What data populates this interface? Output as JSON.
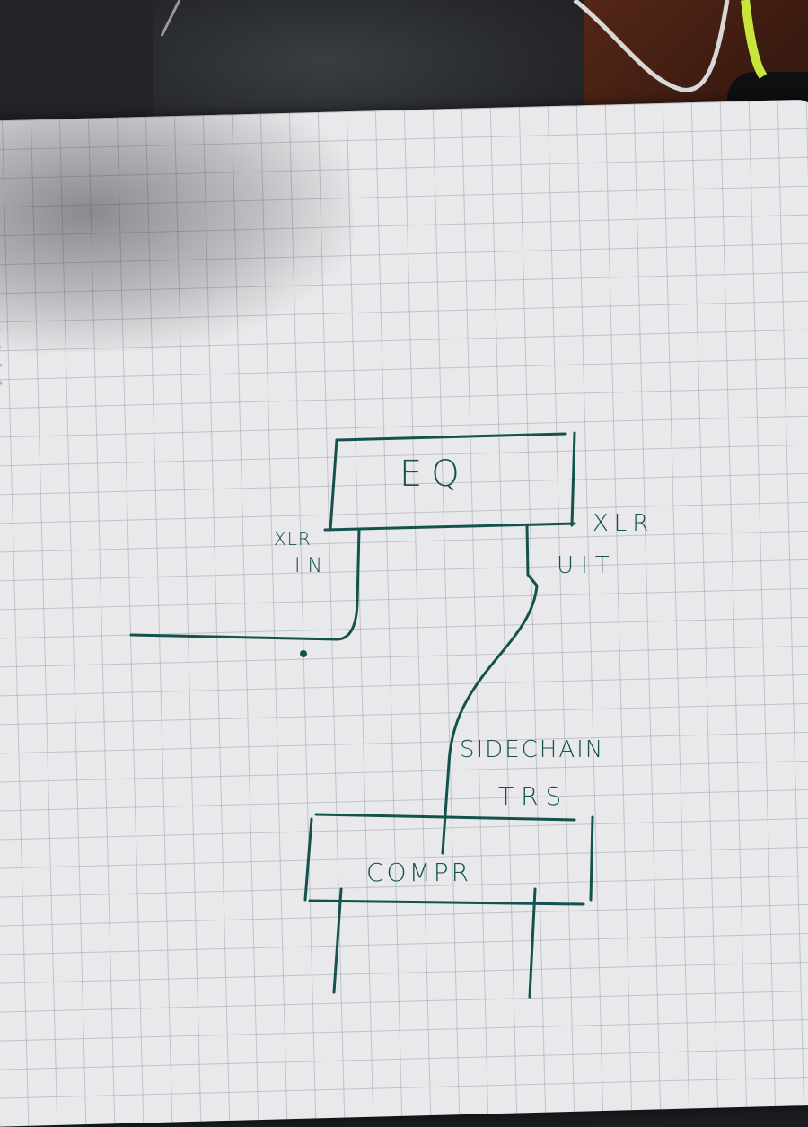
{
  "sketch": {
    "eq_label": "EQ",
    "xlr_in_line1": "XLR",
    "xlr_in_line2": "IN",
    "xlr_out_line1": "XLR",
    "xlr_out_line2": "UIT",
    "sidechain_line1": "SIDECHAIN",
    "sidechain_line2": "TRS",
    "compressor_label": "COMPR"
  },
  "colors": {
    "ink": "#14524e",
    "paper": "#e9e8ea",
    "grid": "#8c96a5"
  }
}
